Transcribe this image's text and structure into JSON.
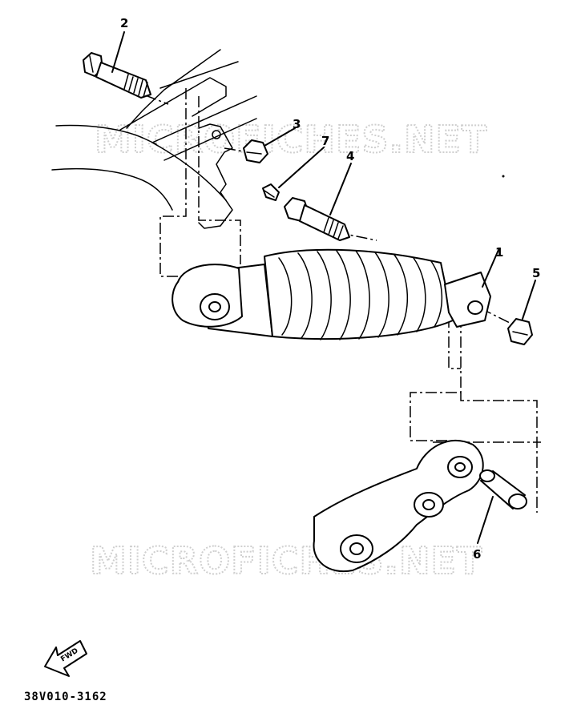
{
  "watermark": {
    "top": "MICROFICHES.NET",
    "bottom": "MICROFICHES.NET"
  },
  "callouts": {
    "shock_absorber": "1",
    "bolt_upper": "2",
    "nut_upper": "3",
    "bolt_lower": "4",
    "nut_lower": "5",
    "collar": "6",
    "grease_nipple": "7"
  },
  "fwd_label": "FWD",
  "drawing_code": "38V010-3162",
  "icons": {
    "fwd": "fwd-arrow-icon"
  }
}
